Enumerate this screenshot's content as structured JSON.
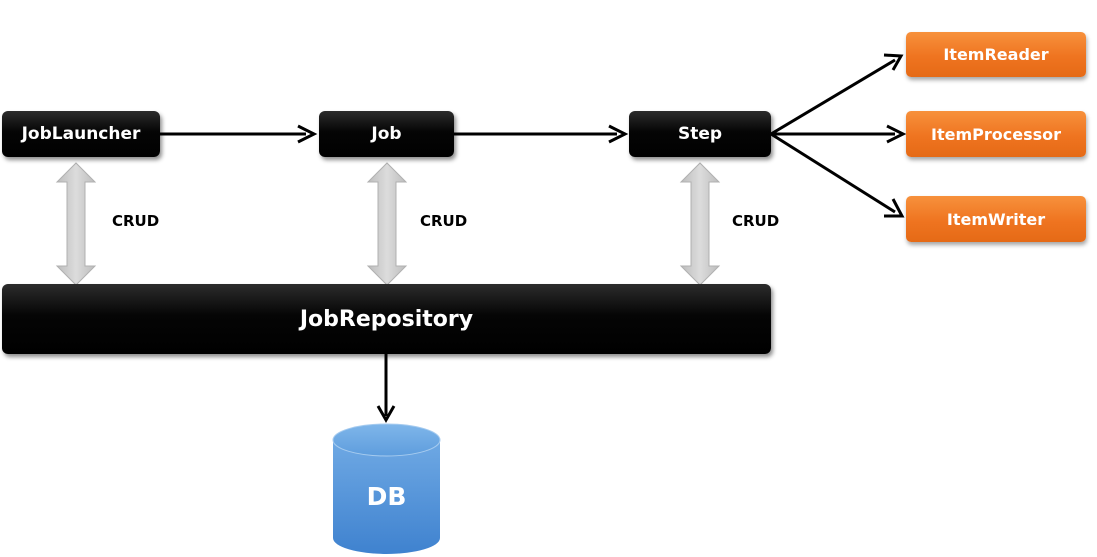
{
  "nodes": {
    "job_launcher": "JobLauncher",
    "job": "Job",
    "step": "Step",
    "job_repository": "JobRepository",
    "db": "DB",
    "item_reader": "ItemReader",
    "item_processor": "ItemProcessor",
    "item_writer": "ItemWriter"
  },
  "crud_labels": [
    "CRUD",
    "CRUD",
    "CRUD"
  ],
  "colors": {
    "dark_box": "#000000",
    "orange_box": "#ef7420",
    "db_blue": "#4a8fd6",
    "double_arrow": "#c8c8c8",
    "arrow": "#000000"
  }
}
